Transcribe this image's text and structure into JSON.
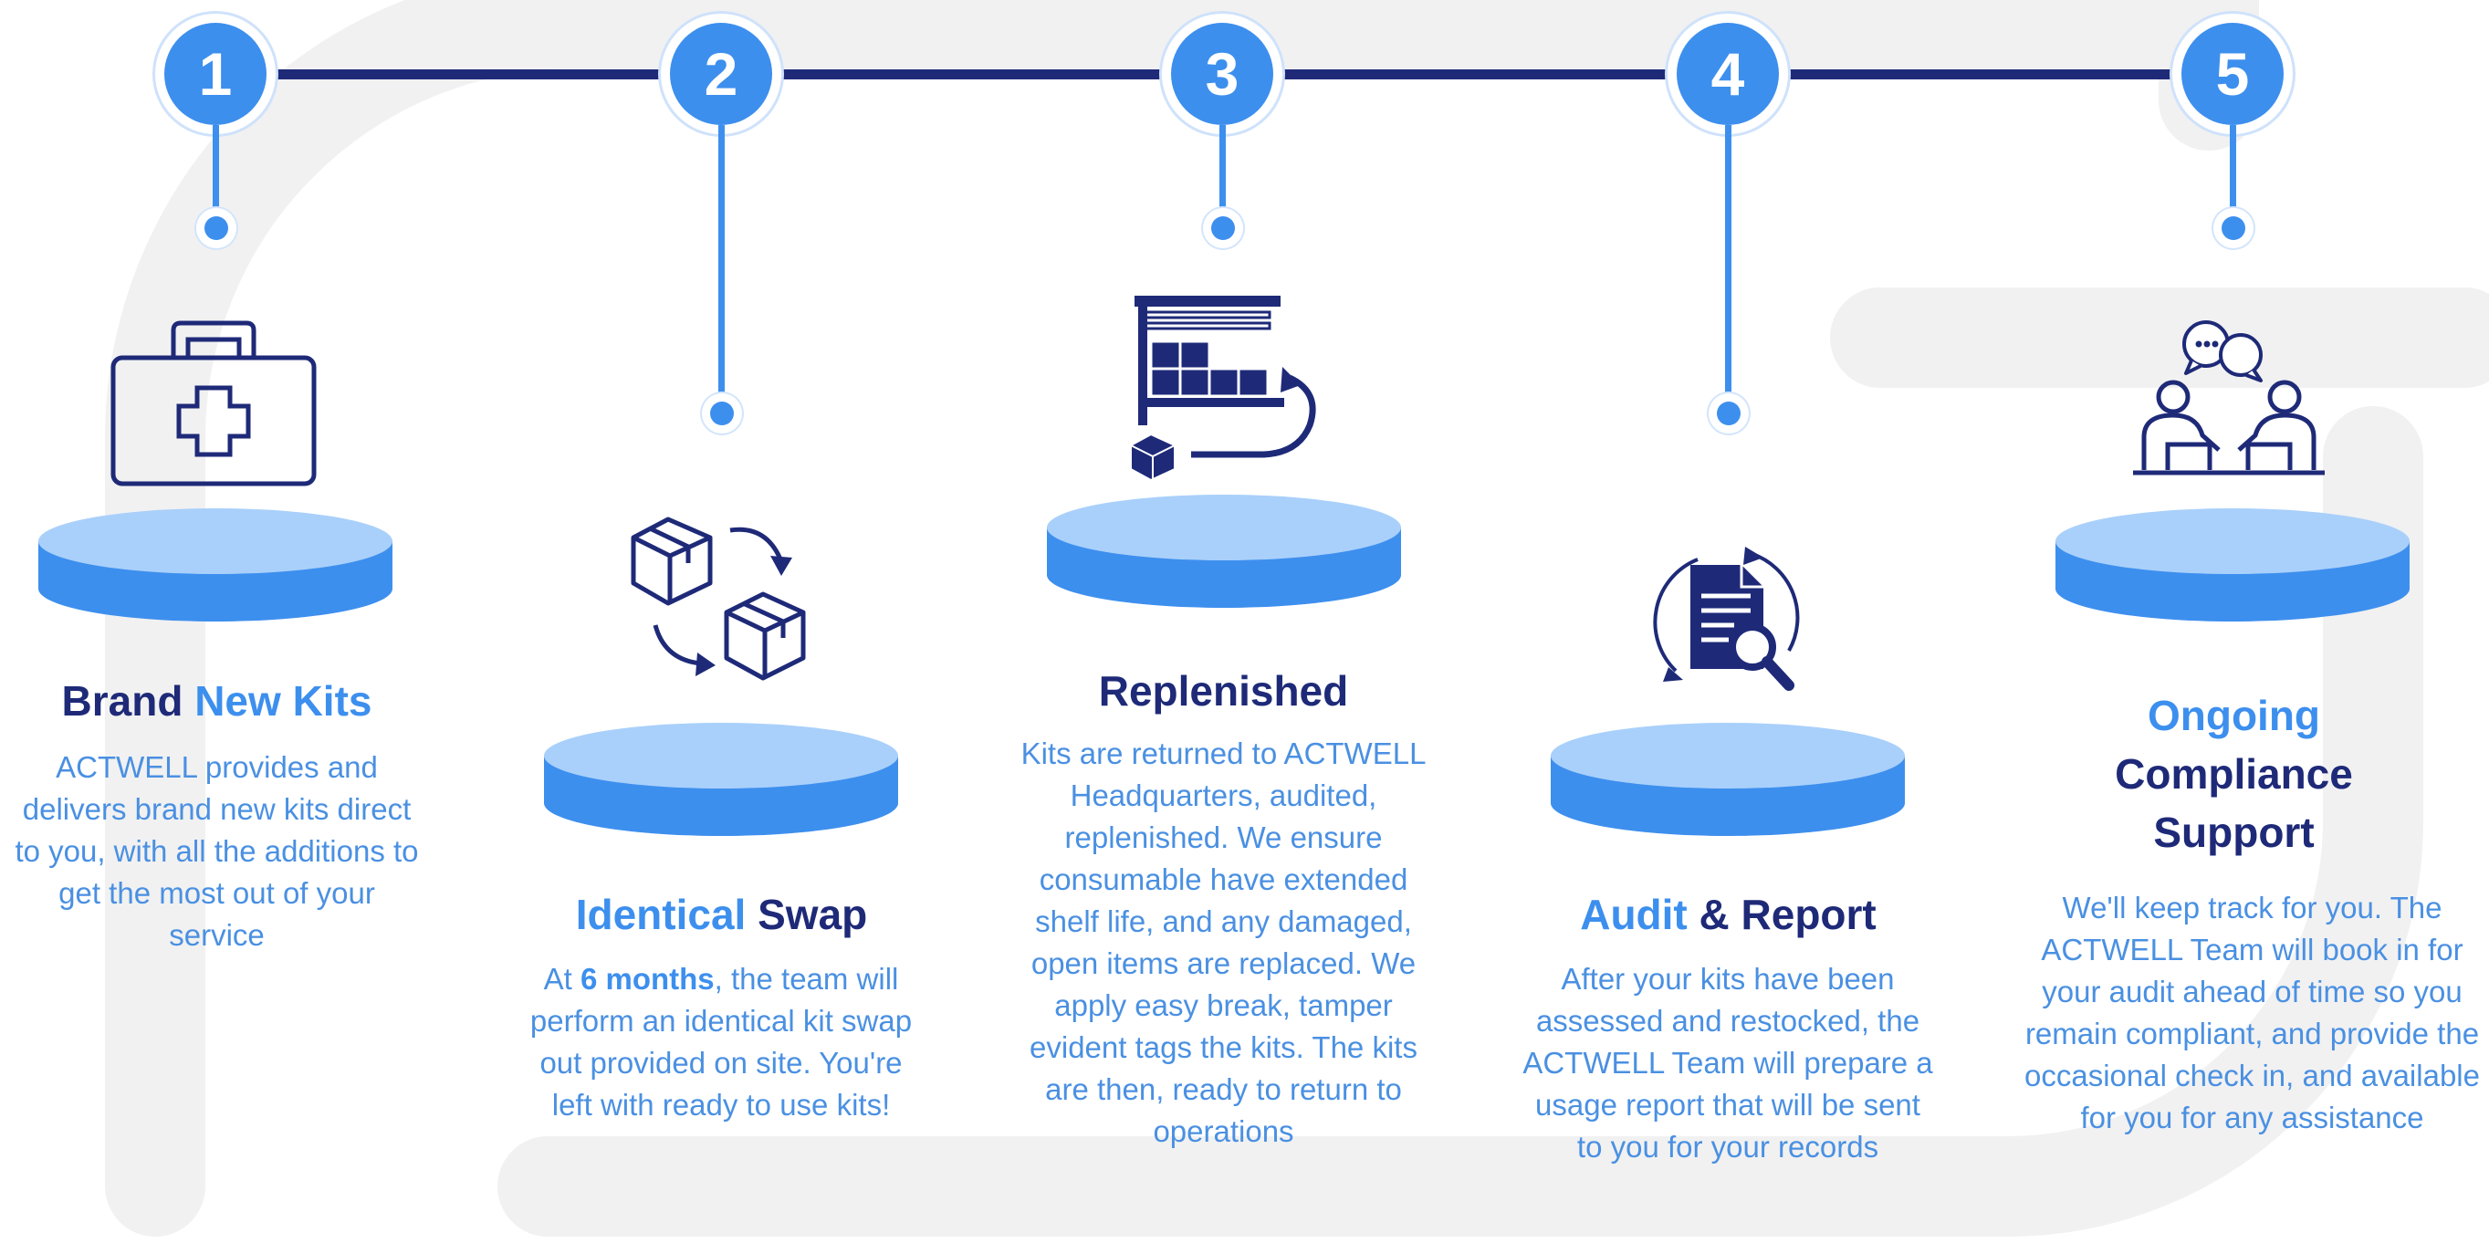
{
  "colors": {
    "navy": "#1e2a78",
    "blue": "#3d8fee",
    "light_blue": "#a9d0fb",
    "background_mark": "#f0f0f0"
  },
  "steps": [
    {
      "number": "1",
      "icon": "first-aid-kit-icon",
      "title_part1": "Brand",
      "title_part2": "New Kits",
      "description": "ACTWELL provides and delivers brand new kits direct to you, with all the additions to get the most out of your service"
    },
    {
      "number": "2",
      "icon": "box-swap-icon",
      "title_part1": "Identical",
      "title_part2": "Swap",
      "description_pre": "At",
      "description_highlight": "6 months",
      "description_post": ", the team will perform an identical kit swap out provided on site. You're left with ready to use kits!"
    },
    {
      "number": "3",
      "icon": "warehouse-restock-icon",
      "title": "Replenished",
      "description": "Kits are returned to ACTWELL Headquarters, audited, replenished. We ensure consumable have extended shelf life, and any damaged, open items are replaced. We apply easy break, tamper evident tags the kits. The kits are then, ready to return to operations"
    },
    {
      "number": "4",
      "icon": "document-audit-icon",
      "title_part1": "Audit",
      "title_part2": "& Report",
      "description": "After your kits have been assessed and restocked, the ACTWELL Team will prepare a usage report that will be sent to you for your records"
    },
    {
      "number": "5",
      "icon": "consultation-icon",
      "title_line1": "Ongoing",
      "title_line2": "Compliance",
      "title_line3": "Support",
      "description": "We'll keep track for you. The ACTWELL Team will book in for your audit ahead of time so you remain compliant, and provide the occasional check in, and available for you for any assistance"
    }
  ]
}
